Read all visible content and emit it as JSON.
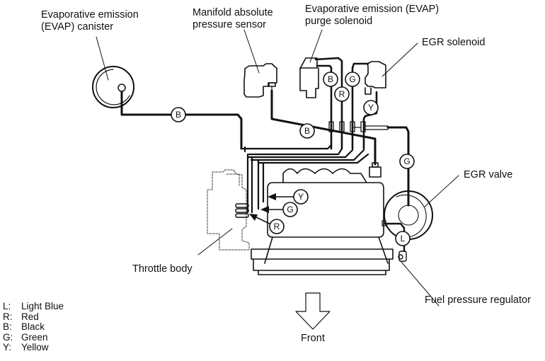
{
  "labels": {
    "evap_canister": [
      "Evaporative emission",
      "(EVAP) canister"
    ],
    "map_sensor": [
      "Manifold absolute",
      "pressure sensor"
    ],
    "evap_purge_solenoid": [
      "Evaporative emission (EVAP)",
      "purge solenoid"
    ],
    "egr_solenoid": "EGR solenoid",
    "egr_valve": "EGR valve",
    "throttle_body": "Throttle body",
    "fuel_pressure_regulator": "Fuel pressure regulator",
    "front": "Front"
  },
  "hose_tags": {
    "canister_hose": "B",
    "map_hose": "B",
    "purge_b": "B",
    "purge_r": "R",
    "egr_sol_g": "G",
    "egr_sol_y": "Y",
    "egr_valve_g": "G",
    "throttle_y": "Y",
    "throttle_g": "G",
    "throttle_r": "R",
    "fpr_l": "L"
  },
  "legend": [
    {
      "key": "L:",
      "value": "Light Blue"
    },
    {
      "key": "R:",
      "value": "Red"
    },
    {
      "key": "B:",
      "value": "Black"
    },
    {
      "key": "G:",
      "value": "Green"
    },
    {
      "key": "Y:",
      "value": "Yellow"
    }
  ]
}
